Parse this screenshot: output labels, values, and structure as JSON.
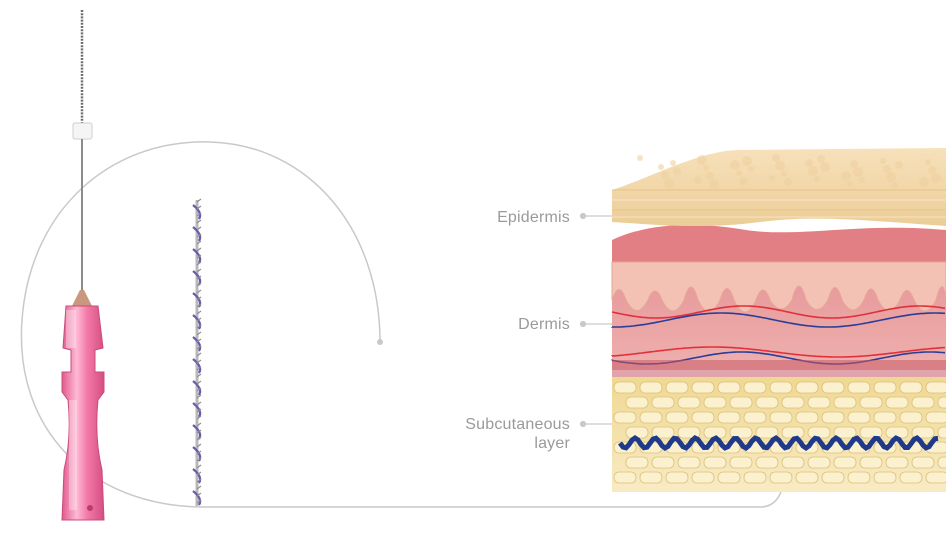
{
  "labels": {
    "epidermis": "Epidermis",
    "dermis": "Dermis",
    "subcutaneous_line1": "Subcutaneous",
    "subcutaneous_line2": "layer"
  },
  "colors": {
    "leader_line": "#c9c9c9",
    "label_text": "#9a9a9a",
    "hub_pink": "#f27aa8",
    "thread_purple": "#6b5bb0",
    "epidermis": "#f4d9ad",
    "dermis": "#ecaaa8",
    "subcutaneous": "#f1dd9a",
    "vessel_red": "#e0313b",
    "vessel_blue": "#2b3d96"
  },
  "icons": {
    "needle": "cannula-needle-icon",
    "thread": "pdo-thread-icon",
    "skin": "skin-layers-illustration"
  }
}
